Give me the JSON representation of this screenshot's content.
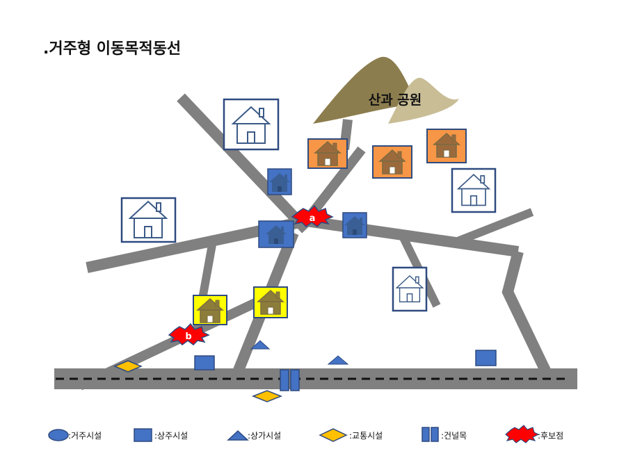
{
  "title": ".거주형 이동목적동선",
  "park_label": "산과 공원",
  "candidate_a": "a",
  "candidate_b": "b",
  "legend": [
    {
      "symbol": "ellipse",
      "label": ":거주시설"
    },
    {
      "symbol": "square",
      "label": ":상주시설"
    },
    {
      "symbol": "triangle",
      "label": ":상가시설"
    },
    {
      "symbol": "diamond",
      "label": ":교통시설"
    },
    {
      "symbol": "double-bar",
      "label": ":건널목"
    },
    {
      "symbol": "burst",
      "label": ":후보점"
    }
  ],
  "colors": {
    "road": "#808080",
    "residential": "#2e4a80",
    "blue_box": "#4472c4",
    "orange_box": "#f79646",
    "yellow_box": "#ffff00",
    "mountain_dark": "#8c7d4e",
    "mountain_light": "#c9bd96",
    "candidate": "#ff0000",
    "transit": "#ffc000"
  }
}
